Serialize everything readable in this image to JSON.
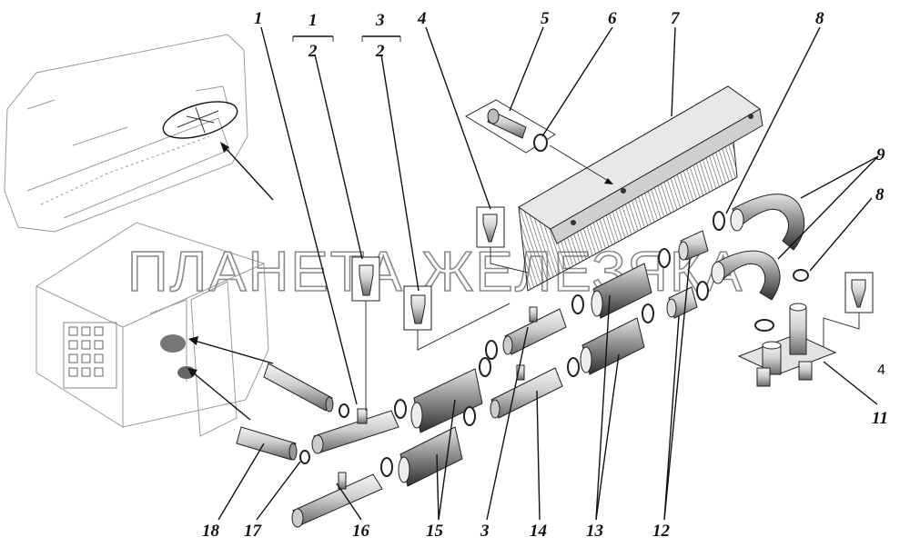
{
  "watermark": "ПЛАНЕТА ЖЕЛЕЗЯКА",
  "callouts": [
    {
      "id": "c1",
      "text": "1"
    },
    {
      "id": "c1a",
      "text": "1"
    },
    {
      "id": "c2a",
      "text": "2"
    },
    {
      "id": "c3a",
      "text": "3"
    },
    {
      "id": "c2b",
      "text": "2"
    },
    {
      "id": "c4",
      "text": "4"
    },
    {
      "id": "c5",
      "text": "5"
    },
    {
      "id": "c6",
      "text": "6"
    },
    {
      "id": "c7",
      "text": "7"
    },
    {
      "id": "c8a",
      "text": "8"
    },
    {
      "id": "c9",
      "text": "9"
    },
    {
      "id": "c8b",
      "text": "8"
    },
    {
      "id": "c4b",
      "text": "4"
    },
    {
      "id": "c11",
      "text": "11"
    },
    {
      "id": "c18",
      "text": "18"
    },
    {
      "id": "c17",
      "text": "17"
    },
    {
      "id": "c16",
      "text": "16"
    },
    {
      "id": "c15",
      "text": "15"
    },
    {
      "id": "c3",
      "text": "3"
    },
    {
      "id": "c14",
      "text": "14"
    },
    {
      "id": "c13",
      "text": "13"
    },
    {
      "id": "c12",
      "text": "12"
    }
  ]
}
